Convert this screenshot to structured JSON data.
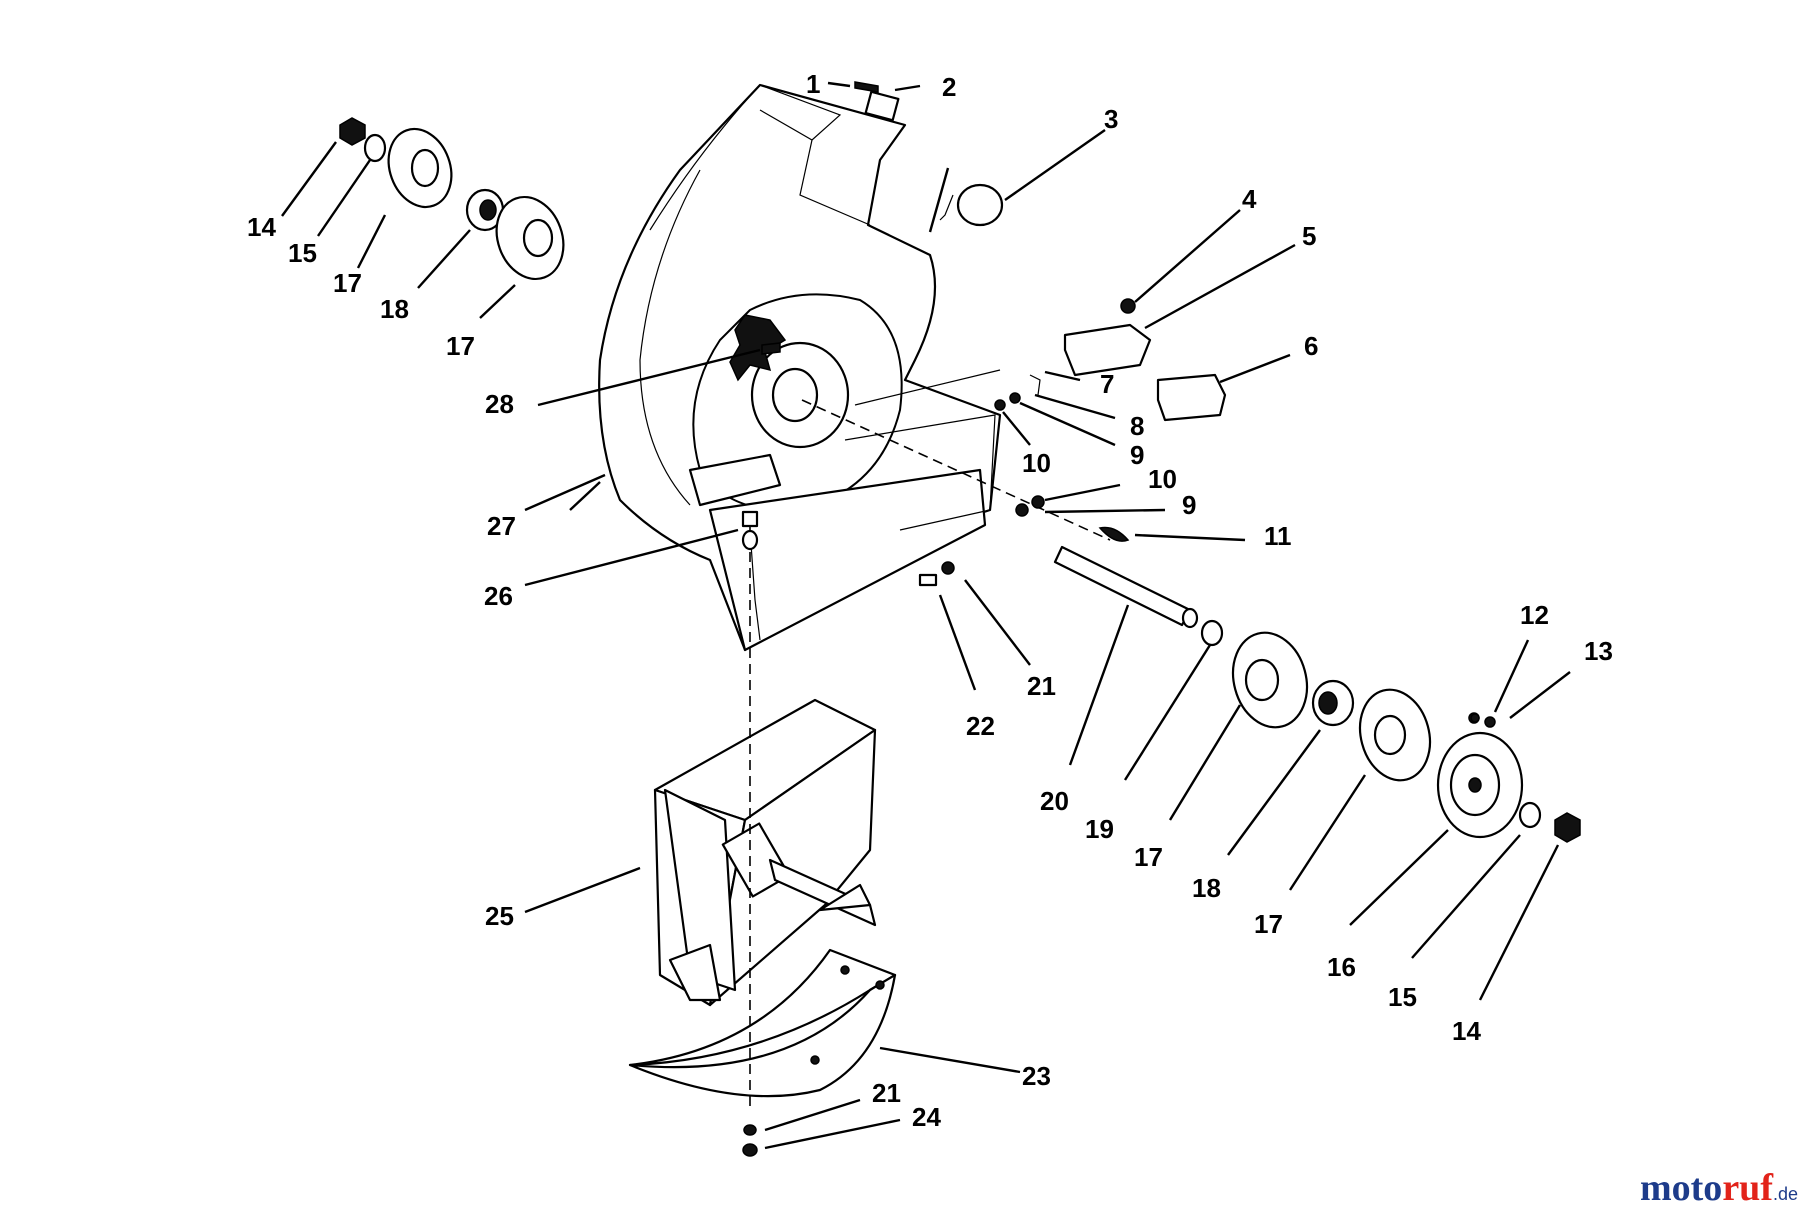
{
  "callouts": [
    {
      "id": "c1",
      "text": "1"
    },
    {
      "id": "c2",
      "text": "2"
    },
    {
      "id": "c3",
      "text": "3"
    },
    {
      "id": "c4",
      "text": "4"
    },
    {
      "id": "c5",
      "text": "5"
    },
    {
      "id": "c6",
      "text": "6"
    },
    {
      "id": "c7",
      "text": "7"
    },
    {
      "id": "c8",
      "text": "8"
    },
    {
      "id": "c9a",
      "text": "9"
    },
    {
      "id": "c10a",
      "text": "10"
    },
    {
      "id": "c10b",
      "text": "10"
    },
    {
      "id": "c9b",
      "text": "9"
    },
    {
      "id": "c11",
      "text": "11"
    },
    {
      "id": "c12",
      "text": "12"
    },
    {
      "id": "c13",
      "text": "13"
    },
    {
      "id": "c14a",
      "text": "14"
    },
    {
      "id": "c15a",
      "text": "15"
    },
    {
      "id": "c17a",
      "text": "17"
    },
    {
      "id": "c18a",
      "text": "18"
    },
    {
      "id": "c17b",
      "text": "17"
    },
    {
      "id": "c28",
      "text": "28"
    },
    {
      "id": "c27",
      "text": "27"
    },
    {
      "id": "c26",
      "text": "26"
    },
    {
      "id": "c22",
      "text": "22"
    },
    {
      "id": "c21a",
      "text": "21"
    },
    {
      "id": "c20",
      "text": "20"
    },
    {
      "id": "c19",
      "text": "19"
    },
    {
      "id": "c17c",
      "text": "17"
    },
    {
      "id": "c18b",
      "text": "18"
    },
    {
      "id": "c17d",
      "text": "17"
    },
    {
      "id": "c16",
      "text": "16"
    },
    {
      "id": "c15b",
      "text": "15"
    },
    {
      "id": "c14b",
      "text": "14"
    },
    {
      "id": "c25",
      "text": "25"
    },
    {
      "id": "c23",
      "text": "23"
    },
    {
      "id": "c21b",
      "text": "21"
    },
    {
      "id": "c24",
      "text": "24"
    }
  ],
  "watermark": {
    "part1": "moto",
    "part2": "ruf",
    "suffix": ".de"
  }
}
